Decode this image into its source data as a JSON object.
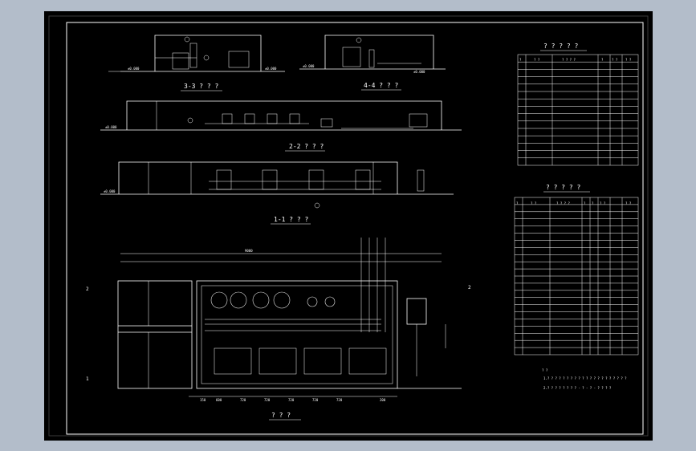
{
  "sections": {
    "s33": "3-3 ? ? ?",
    "s44": "4-4 ? ? ?",
    "s22": "2-2 ? ? ?",
    "s11": "1-1 ? ? ?",
    "plan": "? ? ?"
  },
  "table1": {
    "title": "? ? ? ? ?",
    "headers": [
      "?",
      "? ?",
      "? ?  ? ?",
      "?",
      "? ?",
      "? ?"
    ],
    "row_count": 14
  },
  "table2": {
    "title": "? ? ? ? ?",
    "headers": [
      "?",
      "? ?",
      "? ? ? ?",
      "?",
      "?",
      "? ?",
      "? ?"
    ],
    "row_count": 21
  },
  "notes": {
    "label": "? ?",
    "line1": "1.? ? ? ? ? ? ? ? ? ? ? ? ? ? ? ? ? ? ? ? ?",
    "line2": "2.? ? ? ? ? ? ? ? - ? - ? - ? ? ? ?"
  },
  "dims": {
    "bottom": [
      "150",
      "600",
      "720",
      "720",
      "720",
      "720",
      "720",
      "200"
    ],
    "top_total": "9000"
  }
}
